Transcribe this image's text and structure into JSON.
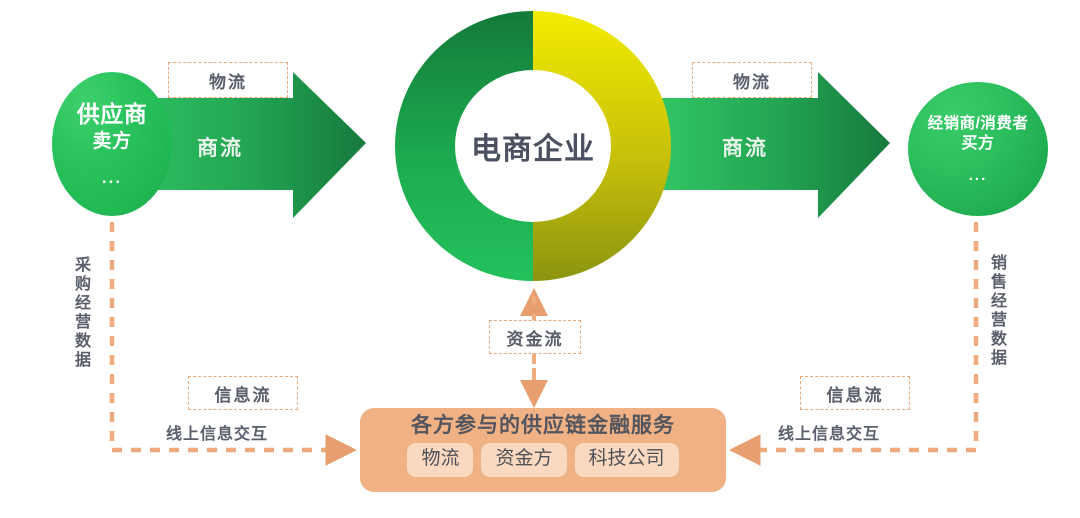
{
  "diagram": {
    "title_center": "电商企业",
    "nodes": {
      "supplier": {
        "line1": "供应商",
        "line2": "卖方",
        "dots": "..."
      },
      "buyer": {
        "line1": "经销商/消费者",
        "line2": "买方",
        "dots": "..."
      }
    },
    "arrows": {
      "left_flow_label": "商流",
      "right_flow_label": "商流",
      "left_logistics_label": "物流",
      "right_logistics_label": "物流"
    },
    "captions": {
      "capital_flow": "资金流",
      "info_flow_left": "信息流",
      "info_flow_right": "信息流",
      "online_exchange_left": "线上信息交互",
      "online_exchange_right": "线上信息交互",
      "purchase_data": "采购经营数据",
      "sales_data": "销售经营数据"
    },
    "service_box": {
      "title": "各方参与的供应链金融服务",
      "chips": [
        "物流",
        "资金方",
        "科技公司"
      ]
    },
    "colors": {
      "green_bright": "#25c055",
      "green_dark": "#167c3c",
      "yellow_bright": "#f0e800",
      "olive": "#8b9410",
      "orange_box": "#f0b184",
      "orange_chip": "#fad9c0",
      "dash_orange": "#e8a878",
      "text_gray": "#5a5f6b"
    }
  }
}
